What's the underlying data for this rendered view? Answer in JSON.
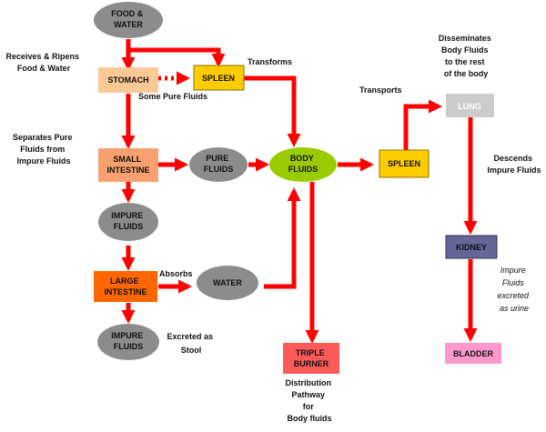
{
  "nodes": {
    "food_water": [
      "FOOD &",
      "WATER"
    ],
    "stomach": [
      "STOMACH"
    ],
    "spleen_top": [
      "SPLEEN"
    ],
    "small_intestine": [
      "SMALL",
      "INTESTINE"
    ],
    "pure_fluids": [
      "PURE",
      "FLUIDS"
    ],
    "body_fluids": [
      "BODY",
      "FLUIDS"
    ],
    "spleen_right": [
      "SPLEEN"
    ],
    "lung": [
      "LUNG"
    ],
    "impure_fluids_1": [
      "IMPURE",
      "FLUIDS"
    ],
    "large_intestine": [
      "LARGE",
      "INTESTINE"
    ],
    "water": [
      "WATER"
    ],
    "impure_fluids_2": [
      "IMPURE",
      "FLUIDS"
    ],
    "triple_burner": [
      "TRIPLE",
      "BURNER"
    ],
    "kidney": [
      "KIDNEY"
    ],
    "bladder": [
      "BLADDER"
    ]
  },
  "labels": {
    "receives": [
      "Receives & Ripens",
      "Food & Water"
    ],
    "transforms": [
      "Transforms"
    ],
    "some_pure": [
      "Some Pure Fluids"
    ],
    "separates": [
      "Separates Pure",
      "Fluids from",
      "Impure Fluids"
    ],
    "absorbs": [
      "Absorbs"
    ],
    "excreted_stool": [
      "Excreted as",
      "Stool"
    ],
    "transports": [
      "Transports"
    ],
    "disseminates": [
      "Disseminates",
      "Body Fluids",
      "to the rest",
      "of the body"
    ],
    "descends": [
      "Descends",
      "Impure Fluids"
    ],
    "impure_excreted": [
      "Impure",
      "Fluids",
      "excreted",
      "as urine"
    ],
    "distribution": [
      "Distribution",
      "Pathway",
      "for",
      "Body fluids"
    ]
  },
  "colors": {
    "arrow": "#ff0000",
    "oval_gray": "#8c8c8c",
    "stomach": "#fcc896",
    "spleen": "#ffcc00",
    "small_intestine": "#f9a070",
    "body_fluids": "#99cc00",
    "lung": "#cccccc",
    "large_intestine": "#ff6600",
    "triple_burner": "#ff5a5a",
    "kidney": "#666699",
    "bladder": "#ff99cc"
  }
}
